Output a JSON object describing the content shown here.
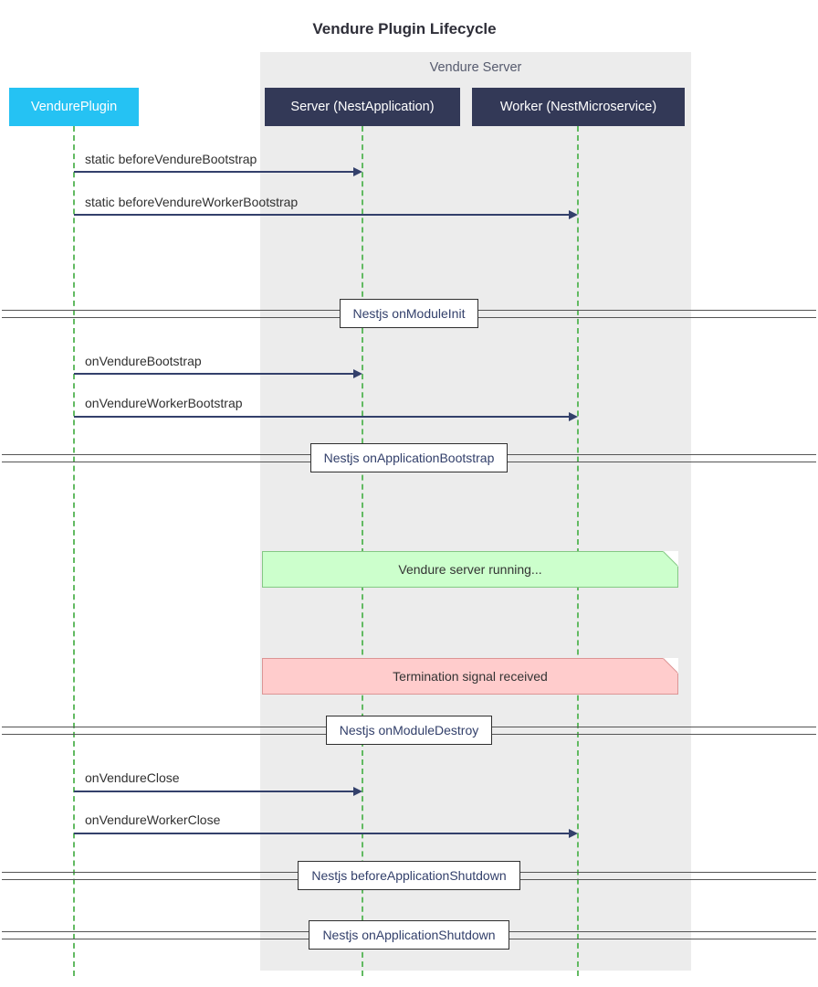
{
  "title": "Vendure Plugin Lifecycle",
  "group": {
    "label": "Vendure Server"
  },
  "participants": [
    {
      "id": "plugin",
      "label": "VendurePlugin"
    },
    {
      "id": "server",
      "label": "Server (NestApplication)"
    },
    {
      "id": "worker",
      "label": "Worker (NestMicroservice)"
    }
  ],
  "messages": [
    {
      "label": "static beforeVendureBootstrap",
      "from": "plugin",
      "to": "server"
    },
    {
      "label": "static beforeVendureWorkerBootstrap",
      "from": "plugin",
      "to": "worker"
    },
    {
      "label": "onVendureBootstrap",
      "from": "plugin",
      "to": "server"
    },
    {
      "label": "onVendureWorkerBootstrap",
      "from": "plugin",
      "to": "worker"
    },
    {
      "label": "onVendureClose",
      "from": "plugin",
      "to": "server"
    },
    {
      "label": "onVendureWorkerClose",
      "from": "plugin",
      "to": "worker"
    }
  ],
  "dividers": [
    {
      "label": "Nestjs onModuleInit"
    },
    {
      "label": "Nestjs onApplicationBootstrap"
    },
    {
      "label": "Nestjs onModuleDestroy"
    },
    {
      "label": "Nestjs beforeApplicationShutdown"
    },
    {
      "label": "Nestjs onApplicationShutdown"
    }
  ],
  "notes": [
    {
      "label": "Vendure server running...",
      "type": "green"
    },
    {
      "label": "Termination signal received",
      "type": "red"
    }
  ],
  "colors": {
    "plugin_box": "#25c2f3",
    "participant_box": "#333957",
    "group_bg": "#ececec",
    "arrow": "#33406b",
    "lifeline": "#62ba62",
    "note_green_bg": "#ccffcc",
    "note_green_border": "#84c984",
    "note_red_bg": "#ffcccc",
    "note_red_border": "#dc9595"
  }
}
